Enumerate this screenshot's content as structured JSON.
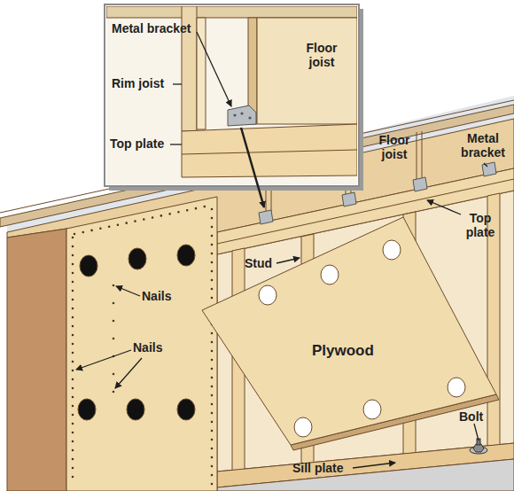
{
  "diagram": {
    "labels": [
      "Metal bracket",
      "Floor joist",
      "Rim joist",
      "Top plate",
      "Floor joist",
      "Metal bracket",
      "Top plate",
      "Stud",
      "Nails",
      "Plywood",
      "Nails",
      "Bolt",
      "Sill plate"
    ]
  }
}
